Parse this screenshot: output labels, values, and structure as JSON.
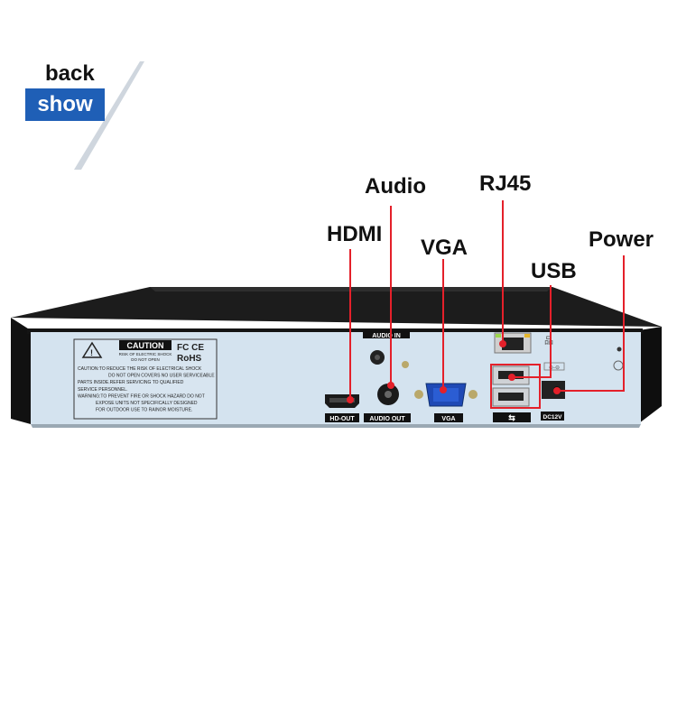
{
  "badge": {
    "back": "back",
    "show": "show"
  },
  "callouts": {
    "audio": "Audio",
    "rj45": "RJ45",
    "hdmi": "HDMI",
    "vga": "VGA",
    "power": "Power",
    "usb": "USB"
  },
  "panel": {
    "caution_title": "CAUTION",
    "caution_sub1": "RISK OF ELECTRIC SHOCK",
    "caution_sub2": "DO NOT OPEN",
    "fc_ce": "FC CE",
    "rohs": "RoHS",
    "warn_lines": [
      "CAUTION:TO REDUCE THE RISK OF ELECTRICAL SHOCK",
      "DO NOT OPEN COVERS NO USER SERVICEABLE",
      "PARTS INSIDE.REFER SERVICING TO QUALIFIED",
      "SERVICE PERSONNEL.",
      "WARNING:TO PREVENT FIRE OR SHOCK HAZARD DO NOT",
      "EXPOSE UNITS NOT SPECIFICALLY DESIGNED",
      "FOR OUTDOOR USE TO RAINOR MOISTURE."
    ],
    "audio_in": "AUDIO IN",
    "hd_out": "HD-OUT",
    "audio_out": "AUDIO OUT",
    "vga": "VGA",
    "dc12v": "DC12V"
  },
  "colors": {
    "accent_red": "#e4202a",
    "badge_blue": "#1f5fb6",
    "panel": "#d4e3ef",
    "chassis": "#1b1b1b"
  }
}
